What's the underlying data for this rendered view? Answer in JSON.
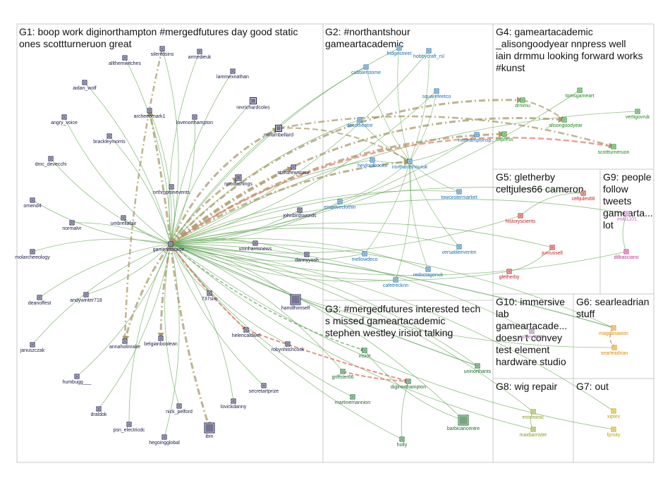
{
  "groups": [
    {
      "id": "G1",
      "title_lines": [
        "G1: boop work diginorthampton #mergedfutures day good static",
        "ones scottturneruon great"
      ]
    },
    {
      "id": "G2",
      "title_lines": [
        "G2: #northantshour",
        "gameartacademic"
      ]
    },
    {
      "id": "G3",
      "title_lines": [
        "G3: #mergedfutures interested tech",
        "s missed gameartacademic",
        "stephen westley irisiot talking"
      ]
    },
    {
      "id": "G4",
      "title_lines": [
        "G4: gameartacademic",
        "_alisongoodyear nnpress well",
        "iain drmmu looking forward works",
        "#kunst"
      ]
    },
    {
      "id": "G5",
      "title_lines": [
        "G5: gletherby",
        "celtjules66 cameron"
      ]
    },
    {
      "id": "G6",
      "title_lines": [
        "G6: searleadrian",
        "stuff"
      ]
    },
    {
      "id": "G7",
      "title_lines": [
        "G7: out"
      ]
    },
    {
      "id": "G8",
      "title_lines": [
        "G8: wig repair"
      ]
    },
    {
      "id": "G9",
      "title_lines": [
        "G9: people",
        "follow",
        "tweets",
        "gamearta...",
        "lot"
      ]
    },
    {
      "id": "G10",
      "title_lines": [
        "G10: immersive",
        "lab",
        "gameartacade...",
        "doesn t convey",
        "test element",
        "hardware studio"
      ]
    }
  ],
  "nodes": [
    {
      "id": "gameartacademic",
      "label": "gameartacade...",
      "group": "G1",
      "color": "#1a1a4a"
    },
    {
      "id": "silentdsins",
      "label": "silentdsins",
      "group": "G1",
      "color": "#1a1a4a"
    },
    {
      "id": "armedieuk",
      "label": "armedieuk",
      "group": "G1",
      "color": "#1a1a4a"
    },
    {
      "id": "allthemwitches",
      "label": "allthemwitches",
      "group": "G1",
      "color": "#1a1a4a"
    },
    {
      "id": "lammexnathan",
      "label": "lammexnathan",
      "group": "G1",
      "color": "#1a1a4a"
    },
    {
      "id": "aidan_wolf",
      "label": "aidan_wolf",
      "group": "G1",
      "color": "#1a1a4a"
    },
    {
      "id": "revrichardcoles",
      "label": "revrichardcoles",
      "group": "G1",
      "color": "#1a1a4a"
    },
    {
      "id": "archeeomark1",
      "label": "archeeomark1",
      "group": "G1",
      "color": "#1a1a4a"
    },
    {
      "id": "angry_voice",
      "label": "angry_voice",
      "group": "G1",
      "color": "#1a1a4a"
    },
    {
      "id": "lovenorthampton",
      "label": "lovenorthampton",
      "group": "G1",
      "color": "#1a1a4a"
    },
    {
      "id": "miriambellard",
      "label": "miriambellard",
      "group": "G1",
      "color": "#1a1a4a"
    },
    {
      "id": "brackleymorris",
      "label": "brackleymorris",
      "group": "G1",
      "color": "#1a1a4a"
    },
    {
      "id": "dmc_devecchi",
      "label": "dmc_devecchi",
      "group": "G1",
      "color": "#1a1a4a"
    },
    {
      "id": "noodlethings",
      "label": "noodlethings",
      "group": "G1",
      "color": "#1a1a4a"
    },
    {
      "id": "standrewscare",
      "label": "standrewscare",
      "group": "G1",
      "color": "#1a1a4a"
    },
    {
      "id": "nrthmptonevents",
      "label": "nrthmptonevents",
      "group": "G1",
      "color": "#1a1a4a"
    },
    {
      "id": "omend4",
      "label": "omend4",
      "group": "G1",
      "color": "#1a1a4a"
    },
    {
      "id": "johnbirdswords",
      "label": "johnbirdswords",
      "group": "G1",
      "color": "#1a1a4a"
    },
    {
      "id": "umbrellafair",
      "label": "umbrellafair",
      "group": "G1",
      "color": "#1a1a4a"
    },
    {
      "id": "normalvr",
      "label": "normalvr",
      "group": "G1",
      "color": "#1a1a4a"
    },
    {
      "id": "unihantsnews",
      "label": "uninhantsnews",
      "group": "G1",
      "color": "#1a1a4a"
    },
    {
      "id": "molarcheeology",
      "label": "molarcheeology",
      "group": "G1",
      "color": "#1a1a4a"
    },
    {
      "id": "dannyyosh",
      "label": "dannyyosh",
      "group": "G1",
      "color": "#1a1a4a"
    },
    {
      "id": "deanoffest",
      "label": "deanoffest",
      "group": "G1",
      "color": "#1a1a4a"
    },
    {
      "id": "andywinter718",
      "label": "andywinter718",
      "group": "G1",
      "color": "#1a1a4a"
    },
    {
      "id": "737sim",
      "label": "737sim",
      "group": "G1",
      "color": "#1a1a4a"
    },
    {
      "id": "hamillhimself",
      "label": "hamillhimself",
      "group": "G1",
      "color": "#1a1a4a"
    },
    {
      "id": "januszczak",
      "label": "januszczak",
      "group": "G1",
      "color": "#1a1a4a"
    },
    {
      "id": "annaholinrake",
      "label": "annaholinrake",
      "group": "G1",
      "color": "#1a1a4a"
    },
    {
      "id": "belgianboolean",
      "label": "belgianboolean",
      "group": "G1",
      "color": "#1a1a4a"
    },
    {
      "id": "helencaldwel",
      "label": "helencaldwel",
      "group": "G1",
      "color": "#1a1a4a"
    },
    {
      "id": "robynhitchcock",
      "label": "robynhitchcock",
      "group": "G1",
      "color": "#1a1a4a"
    },
    {
      "id": "humbugg",
      "label": "humbugg___",
      "group": "G1",
      "color": "#1a1a4a"
    },
    {
      "id": "secretartprize",
      "label": "secretartprize",
      "group": "G1",
      "color": "#1a1a4a"
    },
    {
      "id": "draldok",
      "label": "draldok",
      "group": "G1",
      "color": "#1a1a4a"
    },
    {
      "id": "nick_pelford",
      "label": "nick_pelford",
      "group": "G1",
      "color": "#1a1a4a"
    },
    {
      "id": "lovickdanny",
      "label": "lovickdanny",
      "group": "G1",
      "color": "#1a1a4a"
    },
    {
      "id": "psn_electricdc",
      "label": "psn_electricdc",
      "group": "G1",
      "color": "#1a1a4a"
    },
    {
      "id": "hegoingglobal",
      "label": "hegoingglobal",
      "group": "G1",
      "color": "#1a1a4a"
    },
    {
      "id": "ibm",
      "label": "ibm",
      "group": "G1",
      "color": "#1a1a4a"
    },
    {
      "id": "fridgestreet",
      "label": "fridgestreet",
      "group": "G2",
      "color": "#1f6fb0"
    },
    {
      "id": "hobbycraft_rsl",
      "label": "hobbycraft_rsl",
      "group": "G2",
      "color": "#1f6fb0"
    },
    {
      "id": "cobblerstome",
      "label": "cobblerstome",
      "group": "G2",
      "color": "#1f6fb0"
    },
    {
      "id": "squarefeetco",
      "label": "squarefeetco",
      "group": "G2",
      "color": "#1f6fb0"
    },
    {
      "id": "decotheatre",
      "label": "decotheatre",
      "group": "G2",
      "color": "#1f6fb0"
    },
    {
      "id": "northamptonsp",
      "label": "northamptonsp...",
      "group": "G2",
      "color": "#1f6fb0"
    },
    {
      "id": "heyfordbooks",
      "label": "heyfordbooks",
      "group": "G2",
      "color": "#1f6fb0"
    },
    {
      "id": "northantshouruk",
      "label": "northantshouruk",
      "group": "G2",
      "color": "#1f6fb0"
    },
    {
      "id": "towcestermarket",
      "label": "towcestermarket",
      "group": "G2",
      "color": "#1f6fb0"
    },
    {
      "id": "eruptiveclothin",
      "label": "eruptiveclothin",
      "group": "G2",
      "color": "#1f6fb0"
    },
    {
      "id": "versatileeventm",
      "label": "versatileeventm",
      "group": "G2",
      "color": "#1f6fb0"
    },
    {
      "id": "mellowdeco",
      "label": "mellowdeco",
      "group": "G2",
      "color": "#1f6fb0"
    },
    {
      "id": "redoctagonuk",
      "label": "redoctagonuk",
      "group": "G2",
      "color": "#1f6fb0"
    },
    {
      "id": "cafetrecknn",
      "label": "cafetrecknn",
      "group": "G2",
      "color": "#1f6fb0"
    },
    {
      "id": "drmmu",
      "label": "drmmu",
      "group": "G4",
      "color": "#1a8a1a"
    },
    {
      "id": "tomsgameart",
      "label": "tomsgameart",
      "group": "G4",
      "color": "#1a8a1a"
    },
    {
      "id": "vertigovruk",
      "label": "vertigovruk",
      "group": "G4",
      "color": "#1a8a1a"
    },
    {
      "id": "alisongoodyear",
      "label": "_alisongoodyear",
      "group": "G4",
      "color": "#1a8a1a"
    },
    {
      "id": "nnpress",
      "label": "nnpress",
      "group": "G4",
      "color": "#1a8a1a"
    },
    {
      "id": "scottturneruon",
      "label": "scottturneruon",
      "group": "G4",
      "color": "#1a8a1a"
    },
    {
      "id": "celtjules66",
      "label": "celtjules66",
      "group": "G5",
      "color": "#c02020"
    },
    {
      "id": "historyscients",
      "label": "historyscients",
      "group": "G5",
      "color": "#c02020"
    },
    {
      "id": "junrussell",
      "label": "junrussell",
      "group": "G5",
      "color": "#c02020"
    },
    {
      "id": "gletherby",
      "label": "gletherby",
      "group": "G5",
      "color": "#c02020"
    },
    {
      "id": "ewb1101",
      "label": "ewb1101",
      "group": "G9",
      "color": "#c070c0"
    },
    {
      "id": "dilbasciano",
      "label": "dilbasciano",
      "group": "G9",
      "color": "#c03090"
    },
    {
      "id": "ashley3000",
      "label": "ashley3000",
      "group": "G10",
      "color": "#a070a0"
    },
    {
      "id": "irisiot",
      "label": "irisiot",
      "group": "G3",
      "color": "#1a6a2a"
    },
    {
      "id": "griffster66",
      "label": "griffster66",
      "group": "G3",
      "color": "#1a6a2a"
    },
    {
      "id": "diginorthampton",
      "label": "diginorthampton",
      "group": "G3",
      "color": "#1a6a2a"
    },
    {
      "id": "uninorthants",
      "label": "uninorthants",
      "group": "G3",
      "color": "#1a6a2a"
    },
    {
      "id": "martinemannion",
      "label": "martinemannion",
      "group": "G3",
      "color": "#1a6a2a"
    },
    {
      "id": "barbicancentre",
      "label": "barbicancentre",
      "group": "G3",
      "color": "#1a6a2a"
    },
    {
      "id": "holly",
      "label": "holly",
      "group": "G3",
      "color": "#1a6a2a"
    },
    {
      "id": "magdasawon",
      "label": "magdasawon",
      "group": "G6",
      "color": "#e08a00"
    },
    {
      "id": "searleadrian",
      "label": "searleadrian",
      "group": "G6",
      "color": "#e08a00"
    },
    {
      "id": "enismiinic",
      "label": "enismiinic",
      "group": "G8",
      "color": "#8a9a1a"
    },
    {
      "id": "maxbarrister",
      "label": "maxbarrister",
      "group": "G8",
      "color": "#8a9a1a"
    },
    {
      "id": "xiptex",
      "label": "xiptex",
      "group": "G7",
      "color": "#c0a000"
    },
    {
      "id": "fprsity",
      "label": "fprsity",
      "group": "G7",
      "color": "#c0a000"
    }
  ]
}
